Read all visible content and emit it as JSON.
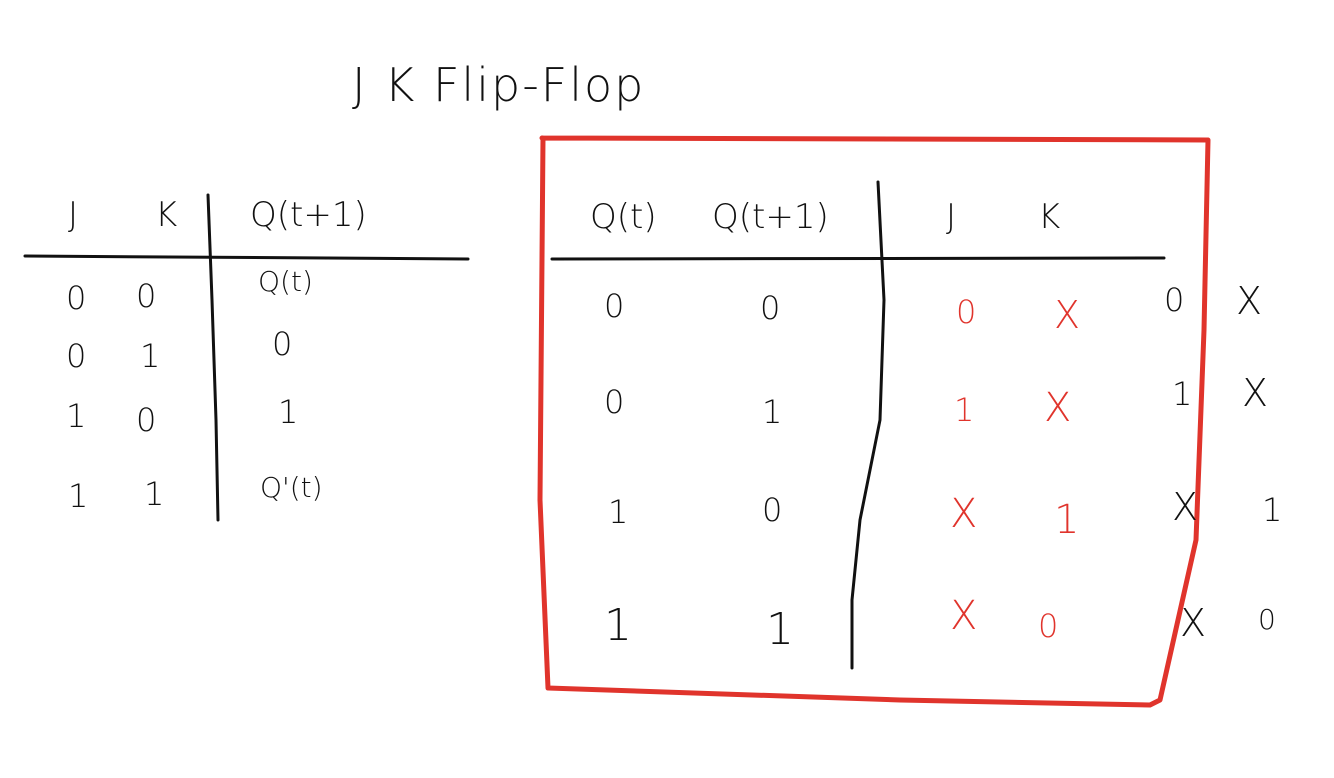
{
  "title": "J K Flip-Flop",
  "colors": {
    "ink": "#111111",
    "accent": "#e0342c",
    "background": "#ffffff"
  },
  "characteristic_table": {
    "headers": [
      "J",
      "K",
      "Q(t+1)"
    ],
    "rows": [
      [
        "0",
        "0",
        "Q(t)"
      ],
      [
        "0",
        "1",
        "0"
      ],
      [
        "1",
        "0",
        "1"
      ],
      [
        "1",
        "1",
        "Q'(t)"
      ]
    ]
  },
  "excitation_table": {
    "headers": [
      "Q(t)",
      "Q(t+1)",
      "J",
      "K"
    ],
    "rows": [
      [
        "0",
        "0",
        "0",
        "X"
      ],
      [
        "0",
        "1",
        "1",
        "X"
      ],
      [
        "1",
        "0",
        "X",
        "1"
      ],
      [
        "1",
        "1",
        "X",
        "0"
      ]
    ]
  },
  "side_notes": [
    [
      "0",
      "X"
    ],
    [
      "1",
      "X"
    ],
    [
      "X",
      "1"
    ],
    [
      "X",
      "0"
    ]
  ]
}
